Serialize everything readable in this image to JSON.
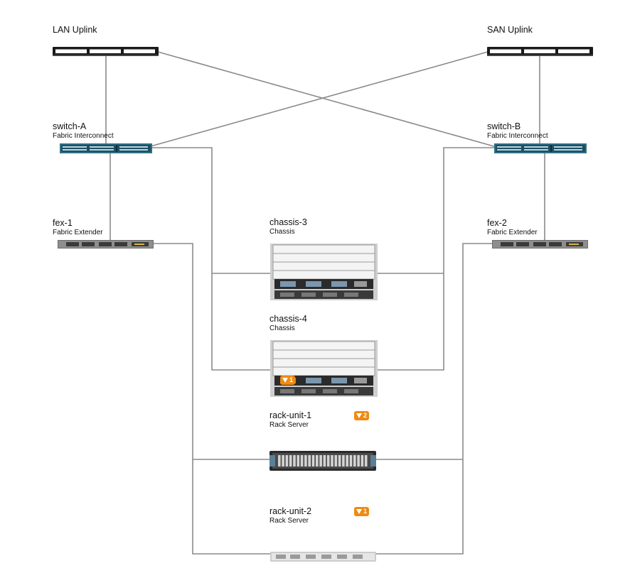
{
  "lan_uplink": {
    "title": "LAN Uplink"
  },
  "san_uplink": {
    "title": "SAN Uplink"
  },
  "switch_a": {
    "title": "switch-A",
    "subtitle": "Fabric Interconnect"
  },
  "switch_b": {
    "title": "switch-B",
    "subtitle": "Fabric Interconnect"
  },
  "fex_1": {
    "title": "fex-1",
    "subtitle": "Fabric Extender"
  },
  "fex_2": {
    "title": "fex-2",
    "subtitle": "Fabric Extender"
  },
  "chassis_3": {
    "title": "chassis-3",
    "subtitle": "Chassis"
  },
  "chassis_4": {
    "title": "chassis-4",
    "subtitle": "Chassis",
    "fault_count": "1"
  },
  "rack_unit_1": {
    "title": "rack-unit-1",
    "subtitle": "Rack Server",
    "fault_count": "2"
  },
  "rack_unit_2": {
    "title": "rack-unit-2",
    "subtitle": "Rack Server",
    "fault_count": "1"
  },
  "icons": {
    "fault": "warning-triangle-icon"
  },
  "colors": {
    "link": "#8a8a8a",
    "fault_badge": "#ef8a12",
    "fabric_interconnect": "#2f6f86",
    "uplink": "#1a1a1a"
  }
}
